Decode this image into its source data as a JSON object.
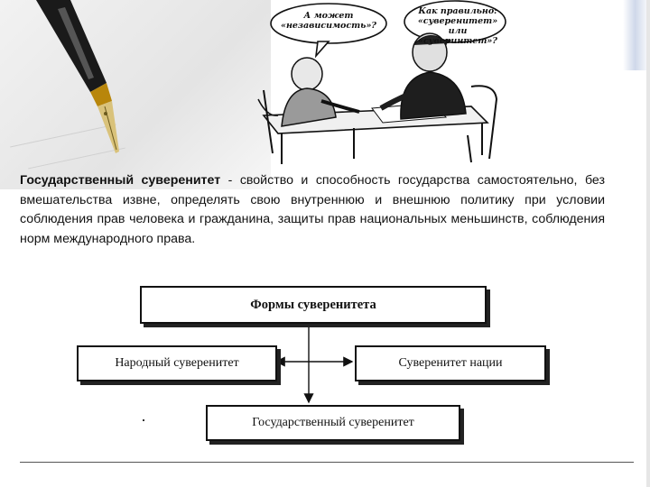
{
  "cartoon": {
    "bubble_left": "А может «независимость»?",
    "bubble_right": "Как правильно: «суверенитет» или «суверинтет»?"
  },
  "definition": {
    "term": "Государственный суверенитет",
    "text": " - свойство и способность государства самостоятельно, без вмешательства извне, определять свою внутреннюю и внешнюю политику при условии соблюдения прав человека и гражданина, защиты прав национальных меньшинств, соблюдения норм международного права."
  },
  "diagram": {
    "title": "Формы суверенитета",
    "left": "Народный суверенитет",
    "right": "Суверенитет нации",
    "bottom": "Государственный суверенитет"
  }
}
